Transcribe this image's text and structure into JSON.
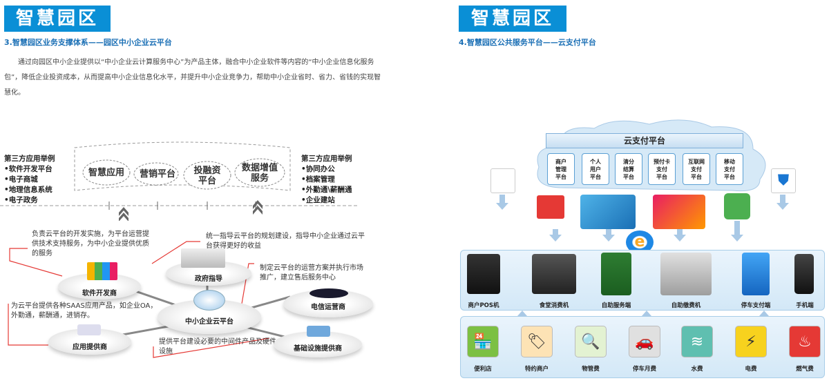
{
  "left": {
    "badge": "智慧园区",
    "subtitle": "3.智慧园区业务支撑体系——园区中小企业云平台",
    "intro": "通过向园区中小企业提供以“中小企业云计算服务中心”为产品主体，融合中小企业软件等内容的“中小企业信息化服务包”，降低企业投资成本，从而提高中小企业信息化水平，并提升中小企业竞争力，帮助中小企业省时、省力、省钱的实现智慧化。",
    "left_list": [
      "第三方应用举例",
      "•软件开发平台",
      "•电子商城",
      "•地理信息系统",
      "•电子政务"
    ],
    "right_list": [
      "第三方应用举例",
      "•协同办公",
      "•档案管理",
      "•外勤通\\薪酬通",
      "•企业建站"
    ],
    "cloud_items": [
      "智慧应用",
      "营销平台",
      "投融资\n平台",
      "数据增值\n服务"
    ],
    "desc_dev": "负责云平台的开发实施，为平台运营提供技术支持服务，为中小企业提供优质的服务",
    "desc_gov": "统一指导云平台的规划建设，指导中小企业通过云平台获得更好的收益",
    "desc_telecom": "制定云平台的运营方案并执行市场推广，建立售后服务中心",
    "desc_app": "为云平台提供各种SAAS应用产品，如企业OA，外勤通，薪酬通，进销存。",
    "desc_infra": "提供平台建设必要的中间件产品及硬件设施",
    "node_dev": "软件开发商",
    "node_gov": "政府指导",
    "node_center": "中小企业云平台",
    "node_telecom": "电信运营商",
    "node_app": "应用提供商",
    "node_infra": "基础设施提供商"
  },
  "right": {
    "badge": "智慧园区",
    "subtitle": "4.智慧园区公共服务平台——云支付平台",
    "cloud_title": "云支付平台",
    "pay_items": [
      "商户\n管理\n平台",
      "个人\n用户\n平台",
      "清分\n结算\n平台",
      "预付卡\n支付\n平台",
      "互联网\n支付\n平台",
      "移动\n支付\n平台"
    ],
    "terminals": [
      "商户POS机",
      "食堂消费机",
      "自助服务端",
      "自助缴费机",
      "停车支付端",
      "手机端"
    ],
    "services": [
      "便利店",
      "特约商户",
      "物管费",
      "停车月费",
      "水费",
      "电费",
      "燃气费"
    ],
    "service_colors": [
      "#7cc043",
      "#f5a623",
      "#8bc34a",
      "#9e9e9e",
      "#5fbfb0",
      "#f7d21e",
      "#e53935"
    ]
  }
}
